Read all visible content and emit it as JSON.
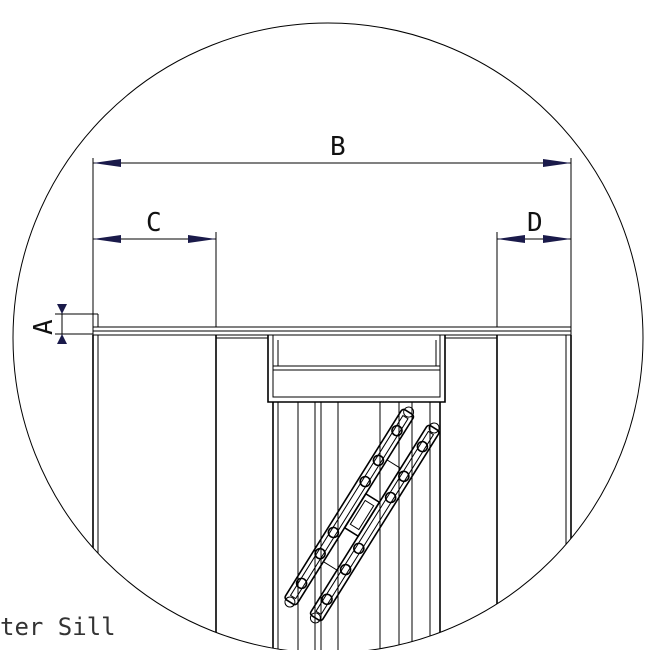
{
  "labels": {
    "dim_a": "A",
    "dim_b": "B",
    "dim_c": "C",
    "dim_d": "D",
    "caption": "ter Sill"
  }
}
